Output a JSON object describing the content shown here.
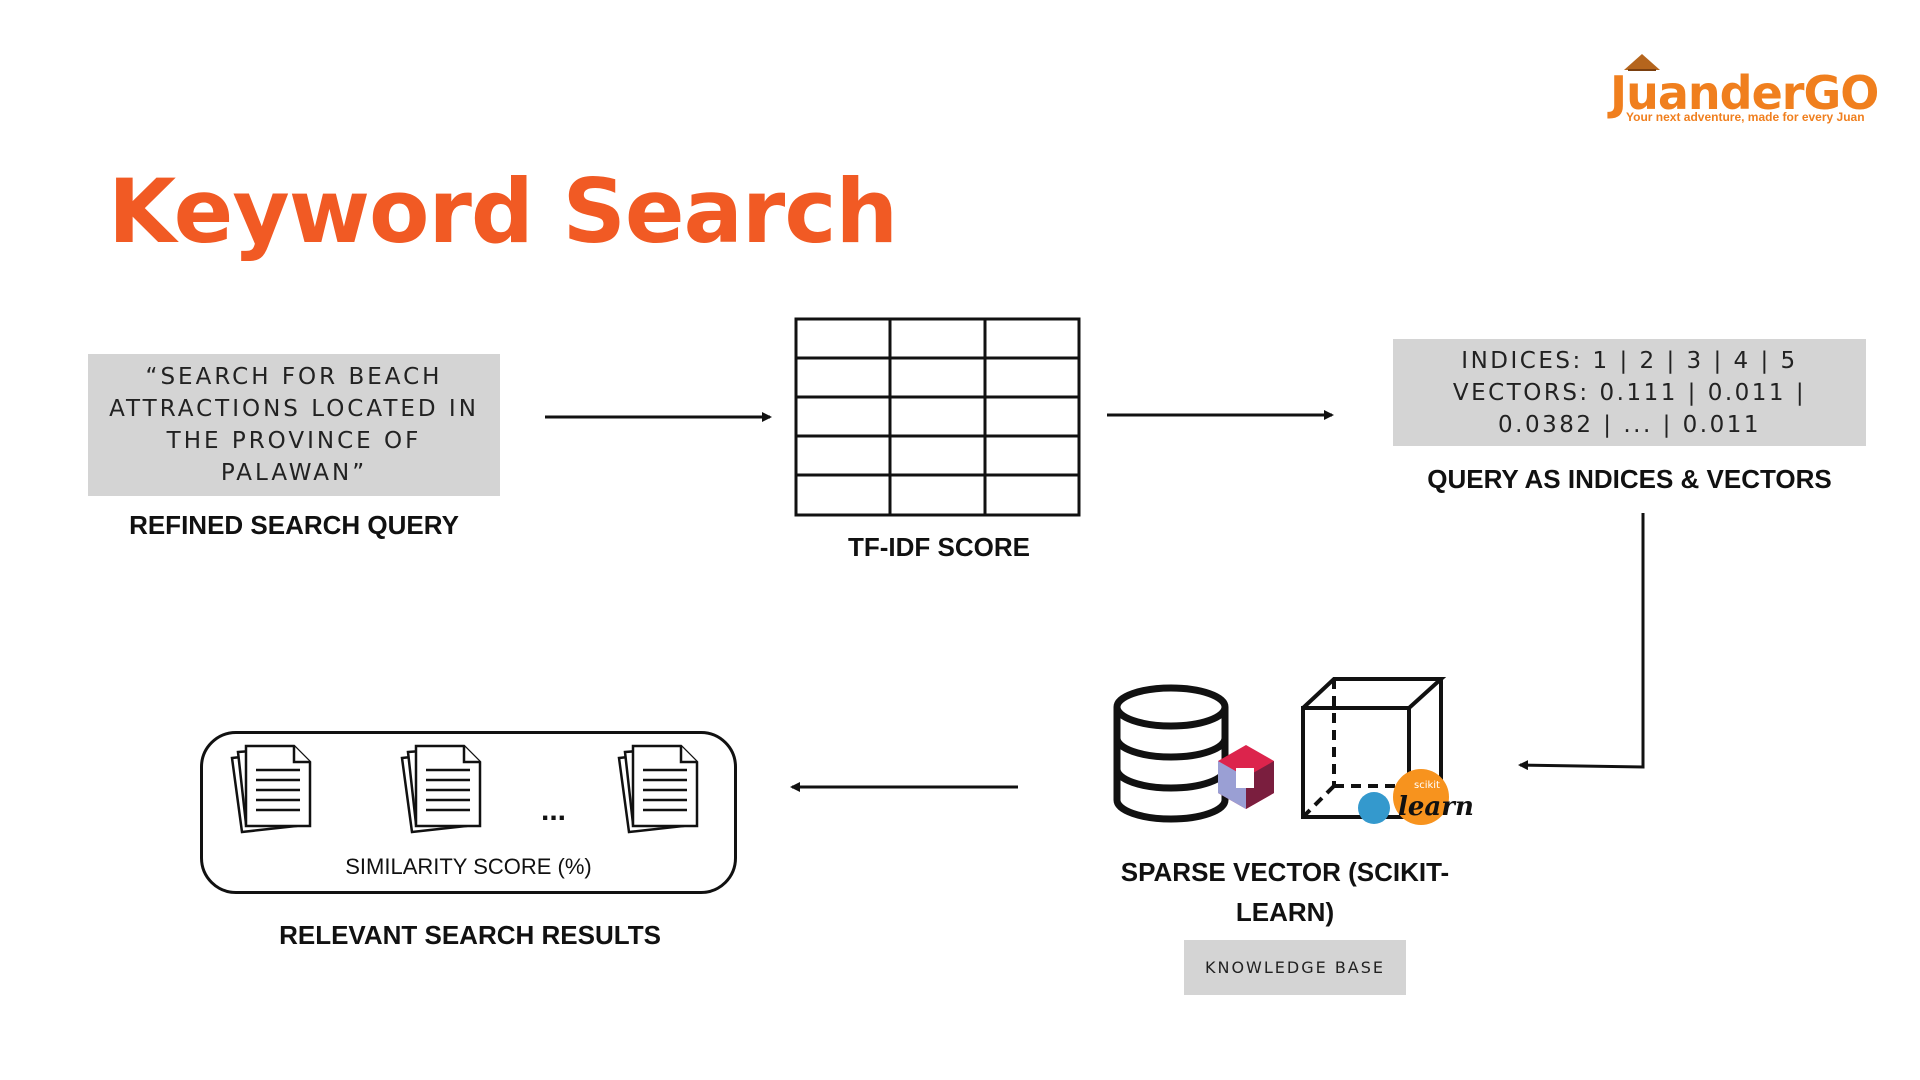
{
  "title": "Keyword Search",
  "logo": {
    "brand": "JuanderGO",
    "tagline": "Your next adventure, made for every Juan",
    "colors": {
      "brand": "#f07f1e"
    }
  },
  "steps": {
    "query": {
      "text": "“SEARCH FOR BEACH ATTRACTIONS LOCATED IN THE PROVINCE OF PALAWAN”",
      "label": "REFINED SEARCH QUERY"
    },
    "tfidf": {
      "label": "TF-IDF SCORE"
    },
    "indices_vectors": {
      "indices_line": "INDICES: 1 | 2 | 3 | 4 | 5",
      "vectors_line": "VECTORS: 0.111 | 0.011 | 0.0382 | ... | 0.011",
      "label": "QUERY AS INDICES & VECTORS"
    },
    "sparse": {
      "label": "SPARSE VECTOR (SCIKIT-LEARN)",
      "kb_label": "KNOWLEDGE BASE",
      "icons": [
        "database-icon",
        "qdrant-logo",
        "cube-icon",
        "scikit-learn-logo"
      ],
      "sklearn_small": "scikit",
      "sklearn_word": "learn"
    },
    "results": {
      "ellipsis": "...",
      "similarity": "SIMILARITY SCORE (%)",
      "label": "RELEVANT SEARCH RESULTS",
      "icons": [
        "document-stack-icon",
        "document-stack-icon",
        "document-stack-icon"
      ]
    }
  },
  "colors": {
    "title": "#f15a24",
    "box": "#d4d4d4",
    "text": "#111111"
  }
}
